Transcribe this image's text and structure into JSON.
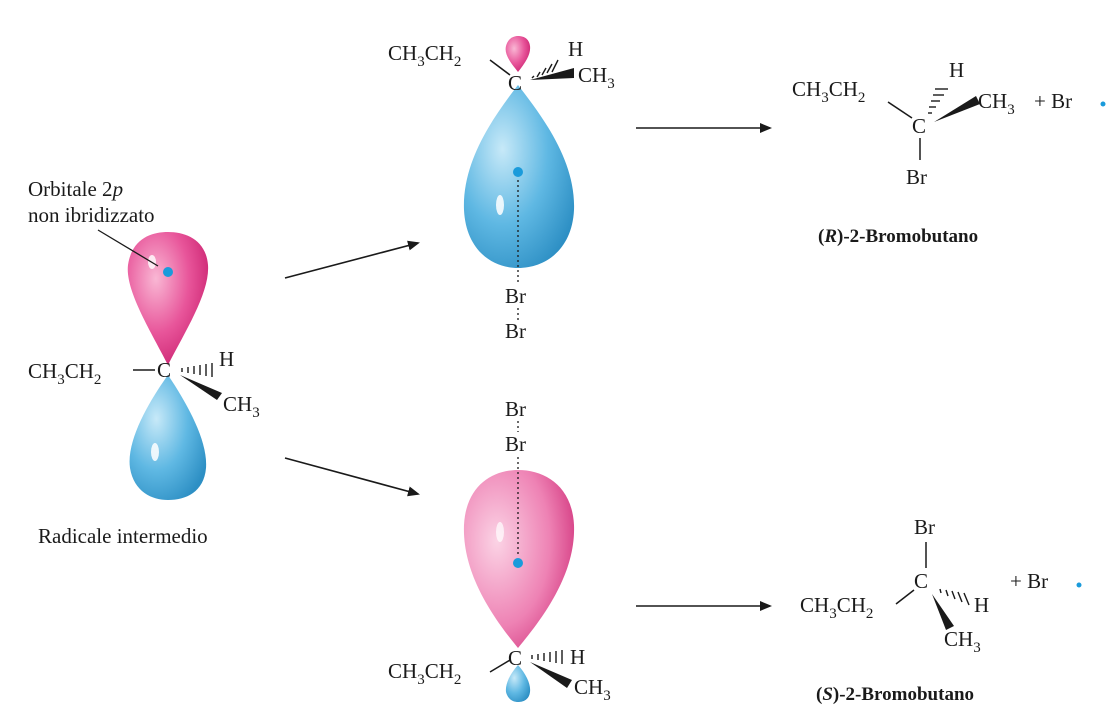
{
  "labels": {
    "orbital_line1": "Orbitale 2",
    "orbital_p": "p",
    "orbital_line2": "non ibridizzato",
    "intermediate_caption": "Radicale intermedio",
    "product_r_config": "R",
    "product_r_suffix": ")-2-Bromobutano",
    "product_s_config": "S",
    "product_s_suffix": ")-2-Bromobutano",
    "paren_open": "(",
    "plus_br": "+ Br",
    "ethyl_main": "CH",
    "ethyl_mid": "CH",
    "sub3": "3",
    "sub2": "2",
    "methyl": "CH",
    "carbon": "C",
    "hydrogen": "H",
    "bromine": "Br"
  },
  "colors": {
    "pink_lobe": "#e8559a",
    "blue_lobe": "#5fb8e3",
    "electron_dot": "#1a9bdb",
    "text": "#1a1a1a"
  }
}
